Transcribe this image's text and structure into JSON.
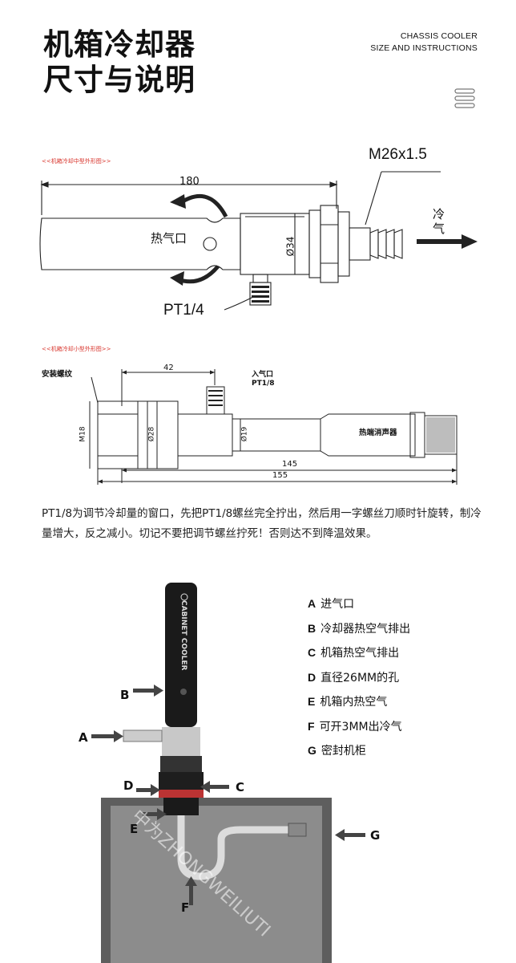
{
  "header": {
    "title_line1": "机箱冷却器",
    "title_line2": "尺寸与说明",
    "en_line1": "CHASSIS COOLER",
    "en_line2": "SIZE AND INSTRUCTIONS"
  },
  "diagram1": {
    "tag": "<<机箱冷却中型外形图>>",
    "length": "180",
    "thread": "M26x1.5",
    "cold_air": "冷气",
    "hot_outlet": "热气口",
    "diameter": "Ø34",
    "port": "PT1/4"
  },
  "diagram2": {
    "tag": "<<机箱冷却小型外形图>>",
    "mount_thread": "安装螺纹",
    "dim_42": "42",
    "inlet": "入气口",
    "inlet_port": "PT1/8",
    "m18": "M18",
    "d28": "Ø28",
    "d19": "Ø19",
    "muffler": "热端消声器",
    "dim_145": "145",
    "dim_155": "155"
  },
  "description": "PT1/8为调节冷却量的窗口，先把PT1/8螺丝完全拧出，然后用一字螺丝刀顺时针旋转，制冷量增大，反之减小。切记不要把调节螺丝拧死！否则达不到降温效果。",
  "photo": {
    "product_label": "CABINET COOLER",
    "labels": [
      "A",
      "B",
      "C",
      "D",
      "E",
      "F",
      "G"
    ]
  },
  "legend": [
    {
      "key": "A",
      "text": "进气口"
    },
    {
      "key": "B",
      "text": "冷却器热空气排出"
    },
    {
      "key": "C",
      "text": "机箱热空气排出"
    },
    {
      "key": "D",
      "text": "直径26MM的孔"
    },
    {
      "key": "E",
      "text": "机箱内热空气"
    },
    {
      "key": "F",
      "text": "可开3MM出冷气"
    },
    {
      "key": "G",
      "text": "密封机柜"
    }
  ],
  "watermark": "中为ZHONGWEILIUTI",
  "colors": {
    "tag_red": "#d8342c",
    "cabinet": "#8c8c8c",
    "cooler_black": "#1a1a1a"
  }
}
